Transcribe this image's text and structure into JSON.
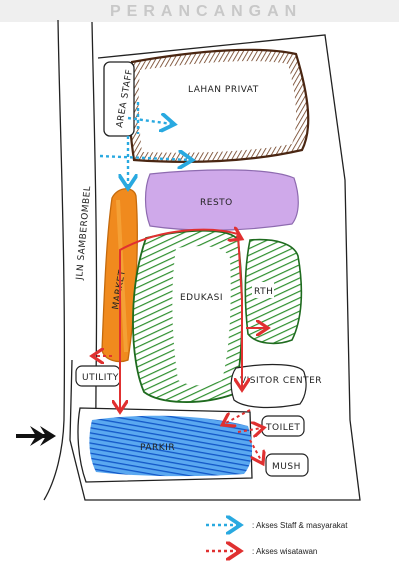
{
  "header_fragment": "PERANCANGAN",
  "road": {
    "label": "JLN SAMBEROMBEL"
  },
  "zones": {
    "lahan_privat": "LAHAN PRIVAT",
    "area_staff": "AREA STAFF",
    "resto": "RESTO",
    "market": "MARKET",
    "edukasi": "EDUKASI",
    "rth": "RTH",
    "utility": "UTILITY",
    "visitor_center": "VISITOR CENTER",
    "parkir": "PARKIR",
    "toilet": "TOILET",
    "musholla": "MUSH"
  },
  "colors": {
    "staff_access": "#29a9e0",
    "visitor_access": "#e03030",
    "resto": "#c9a3e6",
    "market": "#f08a1e",
    "edukasi": "#2e8b2e",
    "rth": "#2e8b2e",
    "parkir": "#1f6fd6",
    "lahan_privat": "#6b3a1c"
  },
  "legend": [
    {
      "key": "staff",
      "label": ": Akses Staff & masyarakat",
      "color": "#29a9e0"
    },
    {
      "key": "visitor",
      "label": ": Akses wisatawan",
      "color": "#e03030"
    }
  ]
}
